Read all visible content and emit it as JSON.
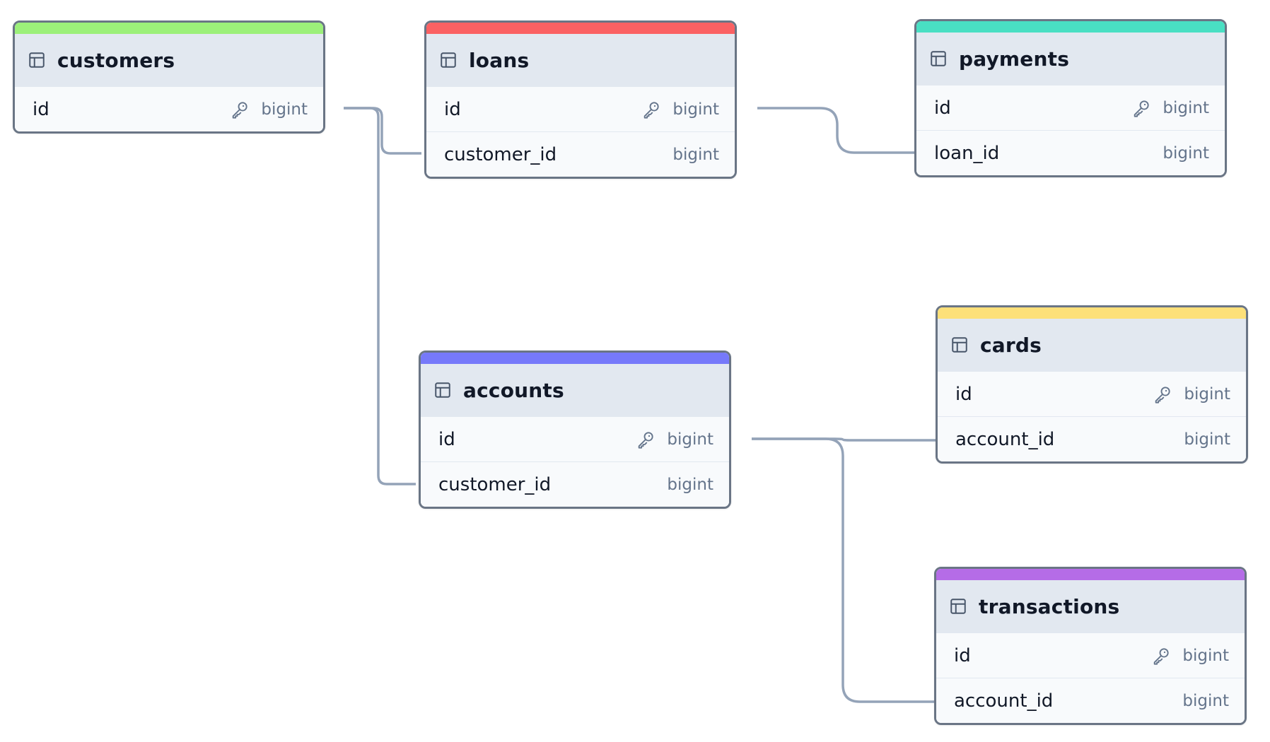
{
  "colors": {
    "customers": "#9cf07a",
    "loans": "#fb6163",
    "payments": "#49dfc3",
    "accounts": "#7679fa",
    "cards": "#fde079",
    "transactions": "#b56ce7",
    "edge": "#94a3b8",
    "border": "#6a7585"
  },
  "icons": {
    "table": "table-icon",
    "primary_key": "key-icon"
  },
  "tables": {
    "customers": {
      "name": "customers",
      "columns": [
        {
          "name": "id",
          "type": "bigint",
          "primary_key": true
        }
      ]
    },
    "loans": {
      "name": "loans",
      "columns": [
        {
          "name": "id",
          "type": "bigint",
          "primary_key": true
        },
        {
          "name": "customer_id",
          "type": "bigint",
          "primary_key": false
        }
      ]
    },
    "payments": {
      "name": "payments",
      "columns": [
        {
          "name": "id",
          "type": "bigint",
          "primary_key": true
        },
        {
          "name": "loan_id",
          "type": "bigint",
          "primary_key": false
        }
      ]
    },
    "accounts": {
      "name": "accounts",
      "columns": [
        {
          "name": "id",
          "type": "bigint",
          "primary_key": true
        },
        {
          "name": "customer_id",
          "type": "bigint",
          "primary_key": false
        }
      ]
    },
    "cards": {
      "name": "cards",
      "columns": [
        {
          "name": "id",
          "type": "bigint",
          "primary_key": true
        },
        {
          "name": "account_id",
          "type": "bigint",
          "primary_key": false
        }
      ]
    },
    "transactions": {
      "name": "transactions",
      "columns": [
        {
          "name": "id",
          "type": "bigint",
          "primary_key": true
        },
        {
          "name": "account_id",
          "type": "bigint",
          "primary_key": false
        }
      ]
    }
  },
  "relationships": [
    {
      "from_table": "customers",
      "from_column": "id",
      "to_table": "loans",
      "to_column": "customer_id"
    },
    {
      "from_table": "customers",
      "from_column": "id",
      "to_table": "accounts",
      "to_column": "customer_id"
    },
    {
      "from_table": "loans",
      "from_column": "id",
      "to_table": "payments",
      "to_column": "loan_id"
    },
    {
      "from_table": "accounts",
      "from_column": "id",
      "to_table": "cards",
      "to_column": "account_id"
    },
    {
      "from_table": "accounts",
      "from_column": "id",
      "to_table": "transactions",
      "to_column": "account_id"
    }
  ]
}
